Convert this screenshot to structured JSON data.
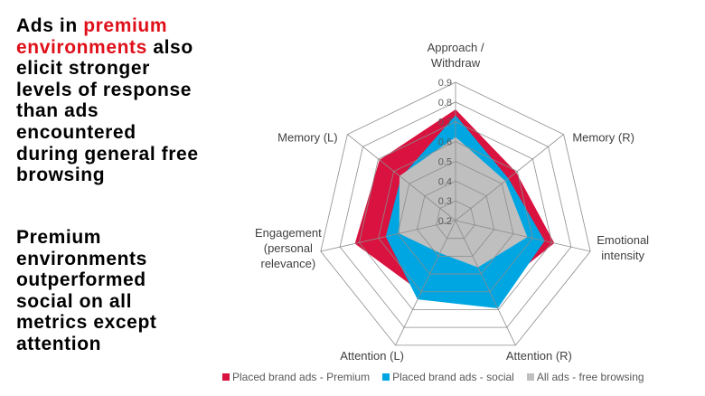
{
  "headline1": {
    "line1_a": "Ads in ",
    "line1_b": "premium",
    "line2_a": "environments",
    "line2_b": " also",
    "line3": "elicit stronger",
    "line4": "levels of response",
    "line5": "than ads",
    "line6": "encountered",
    "line7": "during general free",
    "line8": "browsing"
  },
  "headline2": {
    "line1": "Premium",
    "line2": "environments",
    "line3": "outperformed",
    "line4": "social on all",
    "line5": "metrics except",
    "line6": "attention"
  },
  "colors": {
    "highlight": "#e0101a",
    "premium": "#d9123f",
    "social": "#00a6e2",
    "free": "#bfbfbf"
  },
  "chart_data": {
    "type": "radar",
    "axes": [
      "Approach / Withdraw",
      "Memory (R)",
      "Emotional intensity",
      "Attention (R)",
      "Attention (L)",
      "Engagement (personal relevance)",
      "Memory (L)"
    ],
    "axis_label_lines": [
      [
        "Approach /",
        "Withdraw"
      ],
      [
        "Memory (R)"
      ],
      [
        "Emotional",
        "intensity"
      ],
      [
        "Attention (R)"
      ],
      [
        "Attention (L)"
      ],
      [
        "Engagement",
        "(personal",
        "relevance)"
      ],
      [
        "Memory (L)"
      ]
    ],
    "rmin": 0.2,
    "rmax": 0.9,
    "ticks": [
      "0.2",
      "0.3",
      "0.4",
      "0.5",
      "0.6",
      "0.7",
      "0.8",
      "0.9"
    ],
    "tick_values": [
      0.2,
      0.3,
      0.4,
      0.5,
      0.6,
      0.7,
      0.8,
      0.9
    ],
    "series": [
      {
        "name": "Placed brand ads - Premium",
        "color": "#d9123f",
        "values": [
          0.76,
          0.59,
          0.71,
          0.61,
          0.6,
          0.72,
          0.69
        ]
      },
      {
        "name": "Placed brand ads - social",
        "color": "#00a6e2",
        "values": [
          0.73,
          0.54,
          0.66,
          0.69,
          0.64,
          0.56,
          0.55
        ]
      },
      {
        "name": "All ads - free browsing",
        "color": "#bfbfbf",
        "values": [
          0.62,
          0.52,
          0.57,
          0.46,
          0.38,
          0.49,
          0.56
        ]
      }
    ],
    "legend_position": "bottom"
  }
}
